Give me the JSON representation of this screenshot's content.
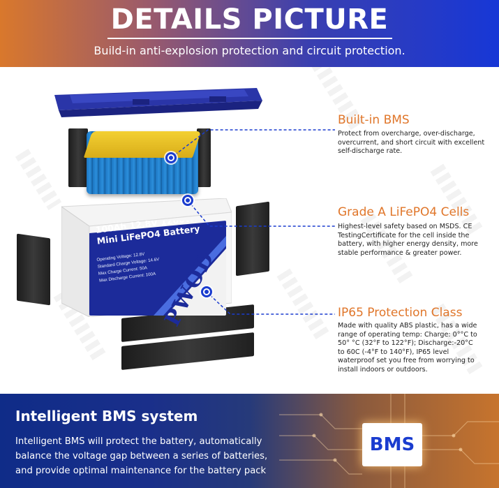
{
  "header": {
    "title": "DETAILS PICTURE",
    "subtitle": "Build-in anti-explosion protection and circuit protection."
  },
  "battery_label": {
    "line1": "100Ah 12.8V 1280Wh",
    "line2": "Mini LiFePO4 Battery",
    "specs": [
      "Operating Voltage: 12.8V",
      "Standard Charge Voltage: 14.6V",
      "Max Charge Current: 50A",
      "Max Discharge Current: 100A"
    ],
    "brand": "PWOD"
  },
  "features": [
    {
      "title": "Built-in BMS",
      "description": "Protect from overcharge, over-discharge, overcurrent, and short circuit with excellent self-discharge rate."
    },
    {
      "title": "Grade A LiFePO4 Cells",
      "description": "Highest-level safety based on MSDS. CE TestingCertificate for the cell inside the battery, with higher energy density, more stable performance & greater power."
    },
    {
      "title": "IP65 Protection Class",
      "description": "Made with quality ABS plastic, has a wide range of operating temp: Charge: 0°°C to 50° °C (32°F to 122°F);  Discharge:-20°C to 60C (-4°F to 140°F), IP65 level waterproof set you free from worrying to install indoors or outdoors."
    }
  ],
  "footer": {
    "title": "Intelligent BMS system",
    "description": "Intelligent BMS will protect the battery, automatically balance the voltage gap between a series of batteries, and provide optimal maintenance for the battery pack",
    "chip_label": "BMS"
  },
  "colors": {
    "accent_orange": "#e0762a",
    "accent_blue": "#1a3ccf",
    "header_gradient_start": "#d9782c",
    "header_gradient_end": "#1737d6"
  }
}
